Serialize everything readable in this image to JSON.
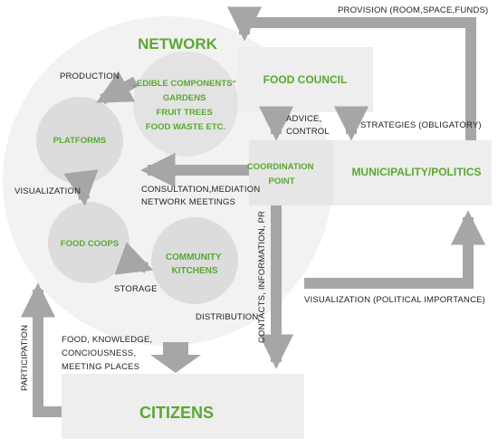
{
  "colors": {
    "green": "#5aa832",
    "box": "#eeeeee",
    "network_bg": "#f2f2f2",
    "node": "#dcdcdc",
    "arrow": "#a6a6a6",
    "text": "#222222"
  },
  "network": {
    "title": "NETWORK",
    "edible": [
      "„EDIBLE COMPONENTS“",
      "GARDENS",
      "FRUIT TREES",
      "FOOD WASTE ETC."
    ],
    "platforms": "PLATFORMS",
    "food_coops": "FOOD COOPS",
    "community_kitchens": [
      "COMMUNITY",
      "KITCHENS"
    ]
  },
  "boxes": {
    "food_council": "FOOD COUNCIL",
    "coordination_point": [
      "COORDINATION",
      "POINT"
    ],
    "municipality": "MUNICIPALITY/POLITICS",
    "citizens": "CITIZENS"
  },
  "labels": {
    "provision": "PROVISION (ROOM,SPACE,FUNDS)",
    "production": "PRODUCTION",
    "visualization": "VISUALIZATION",
    "advice_control": [
      "ADVICE,",
      "CONTROL"
    ],
    "strategies": "STRATEGIES (OBLIGATORY)",
    "consultation": [
      "CONSULTATION,MEDIATION",
      "NETWORK MEETINGS"
    ],
    "storage": "STORAGE",
    "distribution": "DISTRIBUTION",
    "contacts": "CONTACTS, INFORMATION, PR",
    "visualization_political": "VISUALIZATION (POLITICAL IMPORTANCE)",
    "food_knowledge": [
      "FOOD, KNOWLEDGE,",
      "CONCIOUSNESS,",
      "MEETING PLACES"
    ],
    "participation": "PARTICIPATION"
  }
}
